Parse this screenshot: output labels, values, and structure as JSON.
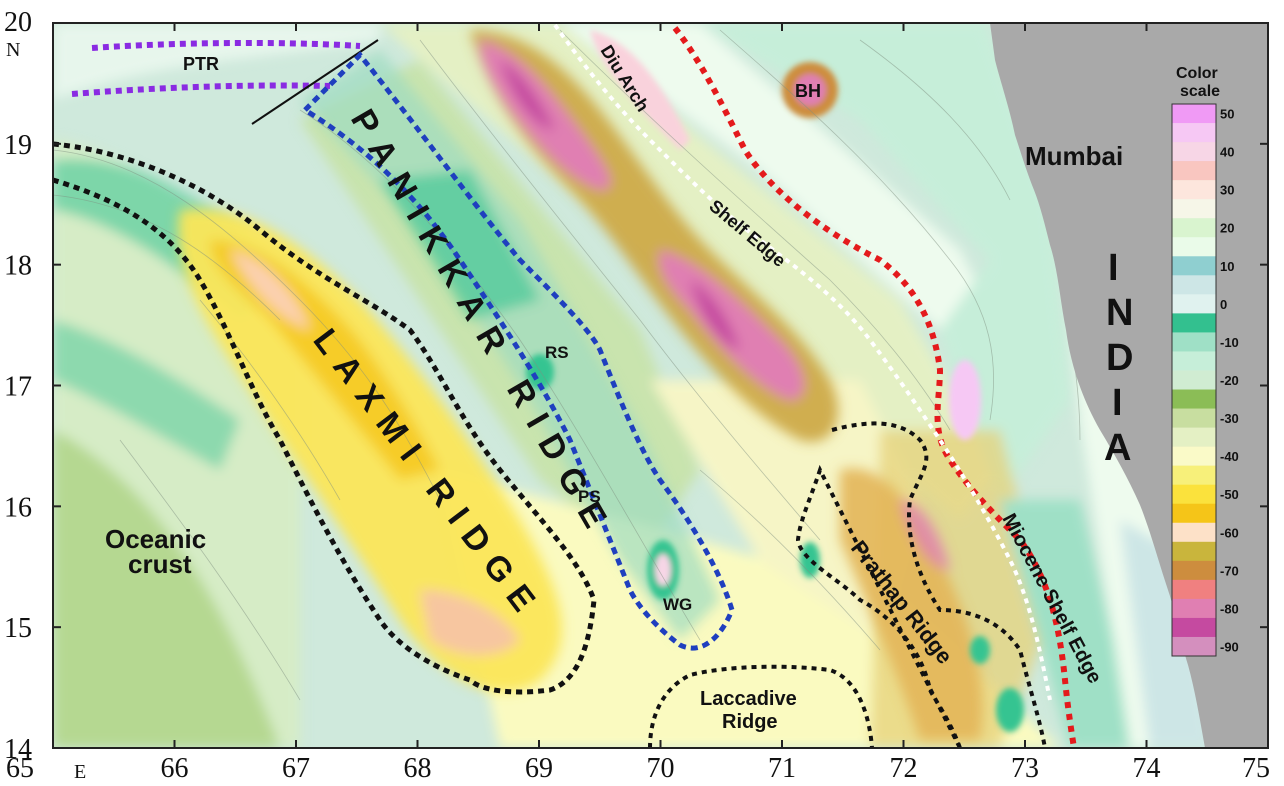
{
  "map": {
    "x_axis": {
      "range": [
        65,
        75
      ],
      "ticks": [
        "65",
        "66",
        "67",
        "68",
        "69",
        "70",
        "71",
        "72",
        "73",
        "74",
        "75"
      ],
      "unit_label": "E"
    },
    "y_axis": {
      "range": [
        14,
        20
      ],
      "ticks": [
        "14",
        "15",
        "16",
        "17",
        "18",
        "19",
        "20"
      ],
      "unit_label": "N"
    },
    "labels": {
      "ptr": "PTR",
      "diu_arch": "Diu Arch",
      "bh": "BH",
      "mumbai": "Mumbai",
      "india_letters": [
        "I",
        "N",
        "D",
        "I",
        "A"
      ],
      "shelf_edge": "Shelf Edge",
      "panikkar_ridge": "PANIKKAR RIDGE",
      "laxmi_ridge": "LAXMI RIDGE",
      "rs": "RS",
      "ps": "PS",
      "wg": "WG",
      "oceanic_crust_line1": "Oceanic",
      "oceanic_crust_line2": "crust",
      "prathap_ridge": "Prathap Ridge",
      "miocene_shelf_edge": "Miocene Shelf Edge",
      "laccadive_line1": "Laccadive",
      "laccadive_line2": "Ridge"
    },
    "colors": {
      "land": "#a9a9a9",
      "panikkar_outline": "#1f3fbf",
      "laxmi_outline": "#111111",
      "ptr_outline": "#8a2be2",
      "shelf_edge_line": "#e41a1c",
      "shelf_white_line": "#ffffff"
    }
  },
  "legend": {
    "title_line1": "Color",
    "title_line2": "scale",
    "entries": [
      {
        "label": "50",
        "color": "#f09af5"
      },
      {
        "label": "",
        "color": "#f6c8f4"
      },
      {
        "label": "40",
        "color": "#f7d6e6"
      },
      {
        "label": "",
        "color": "#f9c6c0"
      },
      {
        "label": "30",
        "color": "#fde6dd"
      },
      {
        "label": "",
        "color": "#f6f6e8"
      },
      {
        "label": "20",
        "color": "#d9f4cf"
      },
      {
        "label": "",
        "color": "#eafbe9"
      },
      {
        "label": "10",
        "color": "#8fcfd0"
      },
      {
        "label": "",
        "color": "#cde6e6"
      },
      {
        "label": "0",
        "color": "#e0f2ef"
      },
      {
        "label": "",
        "color": "#33c08f"
      },
      {
        "label": "-10",
        "color": "#9fe0c6"
      },
      {
        "label": "",
        "color": "#c6eed9"
      },
      {
        "label": "-20",
        "color": "#d0ecd2"
      },
      {
        "label": "",
        "color": "#8bbd56"
      },
      {
        "label": "-30",
        "color": "#c8dea0"
      },
      {
        "label": "",
        "color": "#e4f0c4"
      },
      {
        "label": "-40",
        "color": "#fafac8"
      },
      {
        "label": "",
        "color": "#f7f07a"
      },
      {
        "label": "-50",
        "color": "#fbe23c"
      },
      {
        "label": "",
        "color": "#f5c518"
      },
      {
        "label": "-60",
        "color": "#fde1c8"
      },
      {
        "label": "",
        "color": "#c9b53c"
      },
      {
        "label": "-70",
        "color": "#cd8d3e"
      },
      {
        "label": "",
        "color": "#f08080"
      },
      {
        "label": "-80",
        "color": "#e07fb2"
      },
      {
        "label": "",
        "color": "#c54aa0"
      },
      {
        "label": "-90",
        "color": "#d48fbe"
      }
    ]
  }
}
